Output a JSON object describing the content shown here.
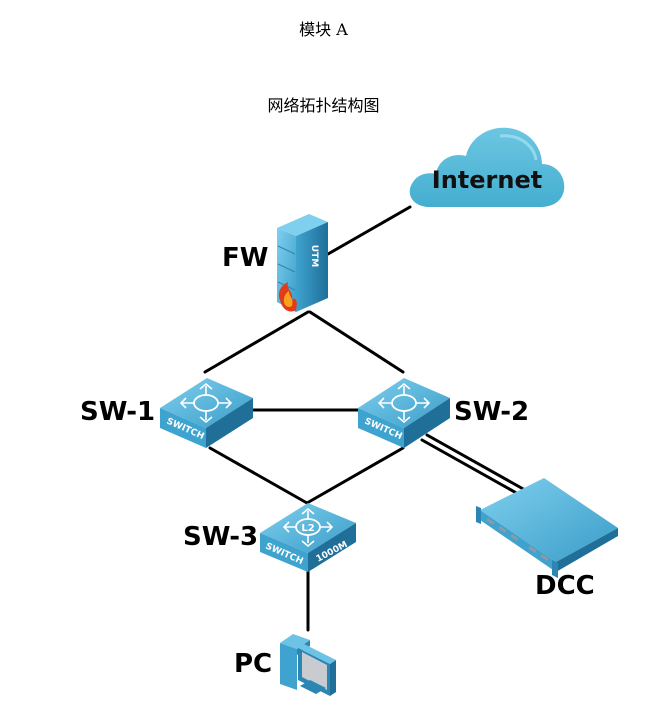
{
  "header": {
    "module_title": "模块 A",
    "diagram_title": "网络拓扑结构图"
  },
  "nodes": {
    "internet": {
      "label": "Internet",
      "icon": "cloud-icon"
    },
    "fw": {
      "label": "FW",
      "device_text": "UTM",
      "icon": "firewall-icon"
    },
    "sw1": {
      "label": "SW-1",
      "device_text": "SWITCH",
      "icon": "switch-icon"
    },
    "sw2": {
      "label": "SW-2",
      "device_text": "SWITCH",
      "icon": "switch-icon"
    },
    "sw3": {
      "label": "SW-3",
      "device_text": "SWITCH",
      "device_text2": "1000M",
      "badge": "L2",
      "icon": "l2-switch-icon"
    },
    "dcc": {
      "label": "DCC",
      "icon": "rack-server-icon"
    },
    "pc": {
      "label": "PC",
      "icon": "computer-icon"
    }
  },
  "links": [
    {
      "from": "internet",
      "to": "fw",
      "type": "single"
    },
    {
      "from": "fw",
      "to": "sw1",
      "type": "single"
    },
    {
      "from": "fw",
      "to": "sw2",
      "type": "single"
    },
    {
      "from": "sw1",
      "to": "sw2",
      "type": "single"
    },
    {
      "from": "sw1",
      "to": "sw3",
      "type": "single"
    },
    {
      "from": "sw2",
      "to": "sw3",
      "type": "single"
    },
    {
      "from": "sw2",
      "to": "dcc",
      "type": "double"
    },
    {
      "from": "sw3",
      "to": "pc",
      "type": "single"
    }
  ],
  "colors": {
    "device_blue": "#3a9cc8",
    "device_dark": "#1f6f99",
    "device_light": "#6cc3e6",
    "cloud": "#56b7d6",
    "flame_outer": "#e23b1b",
    "flame_inner": "#f6a21a",
    "screen": "#c8ccd0"
  }
}
